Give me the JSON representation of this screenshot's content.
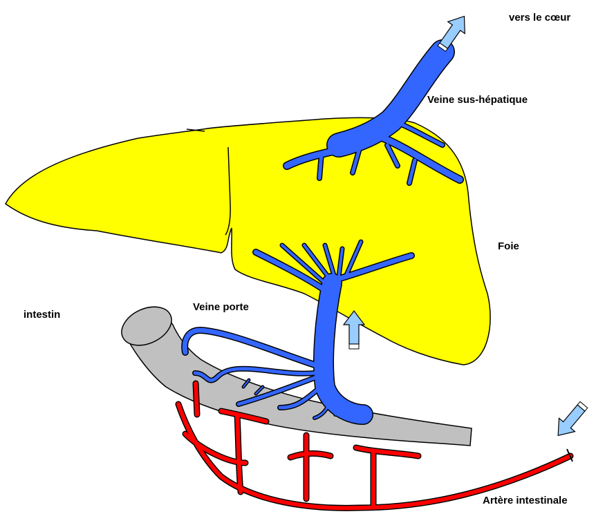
{
  "labels": {
    "heart": "vers le cœur",
    "hepatic_vein": "Veine sus-hépatique",
    "liver": "Foie",
    "portal_vein": "Veine porte",
    "intestine": "intestin",
    "artery": "Artère intestinale"
  },
  "colors": {
    "liver": "#ffff00",
    "intestine": "#c0c0c0",
    "vein": "#3366ff",
    "artery": "#ff0000",
    "arrow": "#99ccff"
  }
}
